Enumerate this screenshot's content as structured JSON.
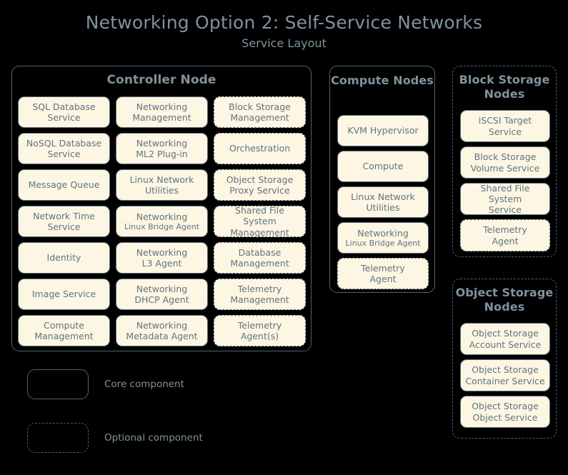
{
  "title": {
    "main": "Networking Option 2: Self-Service Networks",
    "sub": "Service Layout"
  },
  "colors": {
    "background": "#000000",
    "box_fill": "#fdf6e3",
    "box_border": "#5c6f7a",
    "text": "#5f7480",
    "title_text": "#7f939d",
    "group_border": "#4f626d"
  },
  "controller_node": {
    "title": "Controller Node",
    "border_style": "solid",
    "components": [
      {
        "label": "SQL Database Service",
        "lines": [
          "SQL Database",
          "Service"
        ],
        "style": "solid"
      },
      {
        "label": "Networking Management",
        "lines": [
          "Networking",
          "Management"
        ],
        "style": "solid"
      },
      {
        "label": "Block Storage Management",
        "lines": [
          "Block Storage",
          "Management"
        ],
        "style": "dashed"
      },
      {
        "label": "NoSQL Database Service",
        "lines": [
          "NoSQL Database",
          "Service"
        ],
        "style": "solid"
      },
      {
        "label": "Networking ML2 Plug-in",
        "lines": [
          "Networking",
          "ML2 Plug-in"
        ],
        "style": "solid"
      },
      {
        "label": "Orchestration",
        "lines": [
          "Orchestration"
        ],
        "style": "dashed"
      },
      {
        "label": "Message Queue",
        "lines": [
          "Message Queue"
        ],
        "style": "solid"
      },
      {
        "label": "Linux Network Utilities",
        "lines": [
          "Linux Network",
          "Utilities"
        ],
        "style": "solid"
      },
      {
        "label": "Object Storage Proxy Service",
        "lines": [
          "Object Storage",
          "Proxy Service"
        ],
        "style": "dashed"
      },
      {
        "label": "Network Time Service",
        "lines": [
          "Network Time",
          "Service"
        ],
        "style": "solid"
      },
      {
        "label": "Networking Linux Bridge Agent",
        "lines": [
          "Networking"
        ],
        "sub": "Linux Bridge Agent",
        "style": "solid"
      },
      {
        "label": "Shared File System Management",
        "lines": [
          "Shared File System",
          "Management"
        ],
        "style": "dashed"
      },
      {
        "label": "Identity",
        "lines": [
          "Identity"
        ],
        "style": "solid"
      },
      {
        "label": "Networking L3 Agent",
        "lines": [
          "Networking",
          "L3 Agent"
        ],
        "style": "solid"
      },
      {
        "label": "Database Management",
        "lines": [
          "Database",
          "Management"
        ],
        "style": "dashed"
      },
      {
        "label": "Image Service",
        "lines": [
          "Image Service"
        ],
        "style": "solid"
      },
      {
        "label": "Networking DHCP Agent",
        "lines": [
          "Networking",
          "DHCP Agent"
        ],
        "style": "solid"
      },
      {
        "label": "Telemetry Management",
        "lines": [
          "Telemetry",
          "Management"
        ],
        "style": "dashed"
      },
      {
        "label": "Compute Management",
        "lines": [
          "Compute",
          "Management"
        ],
        "style": "solid"
      },
      {
        "label": "Networking Metadata Agent",
        "lines": [
          "Networking",
          "Metadata Agent"
        ],
        "style": "solid"
      },
      {
        "label": "Telemetry Agent(s)",
        "lines": [
          "Telemetry",
          "Agent(s)"
        ],
        "style": "dashed"
      }
    ]
  },
  "compute_nodes": {
    "title": "Compute Nodes",
    "border_style": "solid",
    "components": [
      {
        "label": "KVM Hypervisor",
        "lines": [
          "KVM Hypervisor"
        ],
        "style": "solid"
      },
      {
        "label": "Compute",
        "lines": [
          "Compute"
        ],
        "style": "solid"
      },
      {
        "label": "Linux Network Utilities",
        "lines": [
          "Linux Network",
          "Utilities"
        ],
        "style": "solid"
      },
      {
        "label": "Networking Linux Bridge Agent",
        "lines": [
          "Networking"
        ],
        "sub": "Linux Bridge Agent",
        "style": "solid"
      },
      {
        "label": "Telemetry Agent",
        "lines": [
          "Telemetry",
          "Agent"
        ],
        "style": "dashed"
      }
    ]
  },
  "block_storage_nodes": {
    "title": "Block Storage Nodes",
    "border_style": "dashed",
    "components": [
      {
        "label": "iSCSI Target Service",
        "lines": [
          "iSCSI Target",
          "Service"
        ],
        "style": "solid"
      },
      {
        "label": "Block Storage Volume Service",
        "lines": [
          "Block Storage",
          "Volume Service"
        ],
        "style": "solid"
      },
      {
        "label": "Shared File System Service",
        "lines": [
          "Shared File System",
          "Service"
        ],
        "style": "solid"
      },
      {
        "label": "Telemetry Agent",
        "lines": [
          "Telemetry",
          "Agent"
        ],
        "style": "dashed"
      }
    ]
  },
  "object_storage_nodes": {
    "title": "Object Storage Nodes",
    "border_style": "dashed",
    "components": [
      {
        "label": "Object Storage Account Service",
        "lines": [
          "Object Storage",
          "Account Service"
        ],
        "style": "solid"
      },
      {
        "label": "Object Storage Container Service",
        "lines": [
          "Object Storage",
          "Container Service"
        ],
        "style": "solid"
      },
      {
        "label": "Object Storage Object Service",
        "lines": [
          "Object Storage",
          "Object Service"
        ],
        "style": "solid"
      }
    ]
  },
  "legend": {
    "items": [
      {
        "label": "Core component",
        "style": "solid"
      },
      {
        "label": "Optional component",
        "style": "dashed"
      }
    ]
  }
}
